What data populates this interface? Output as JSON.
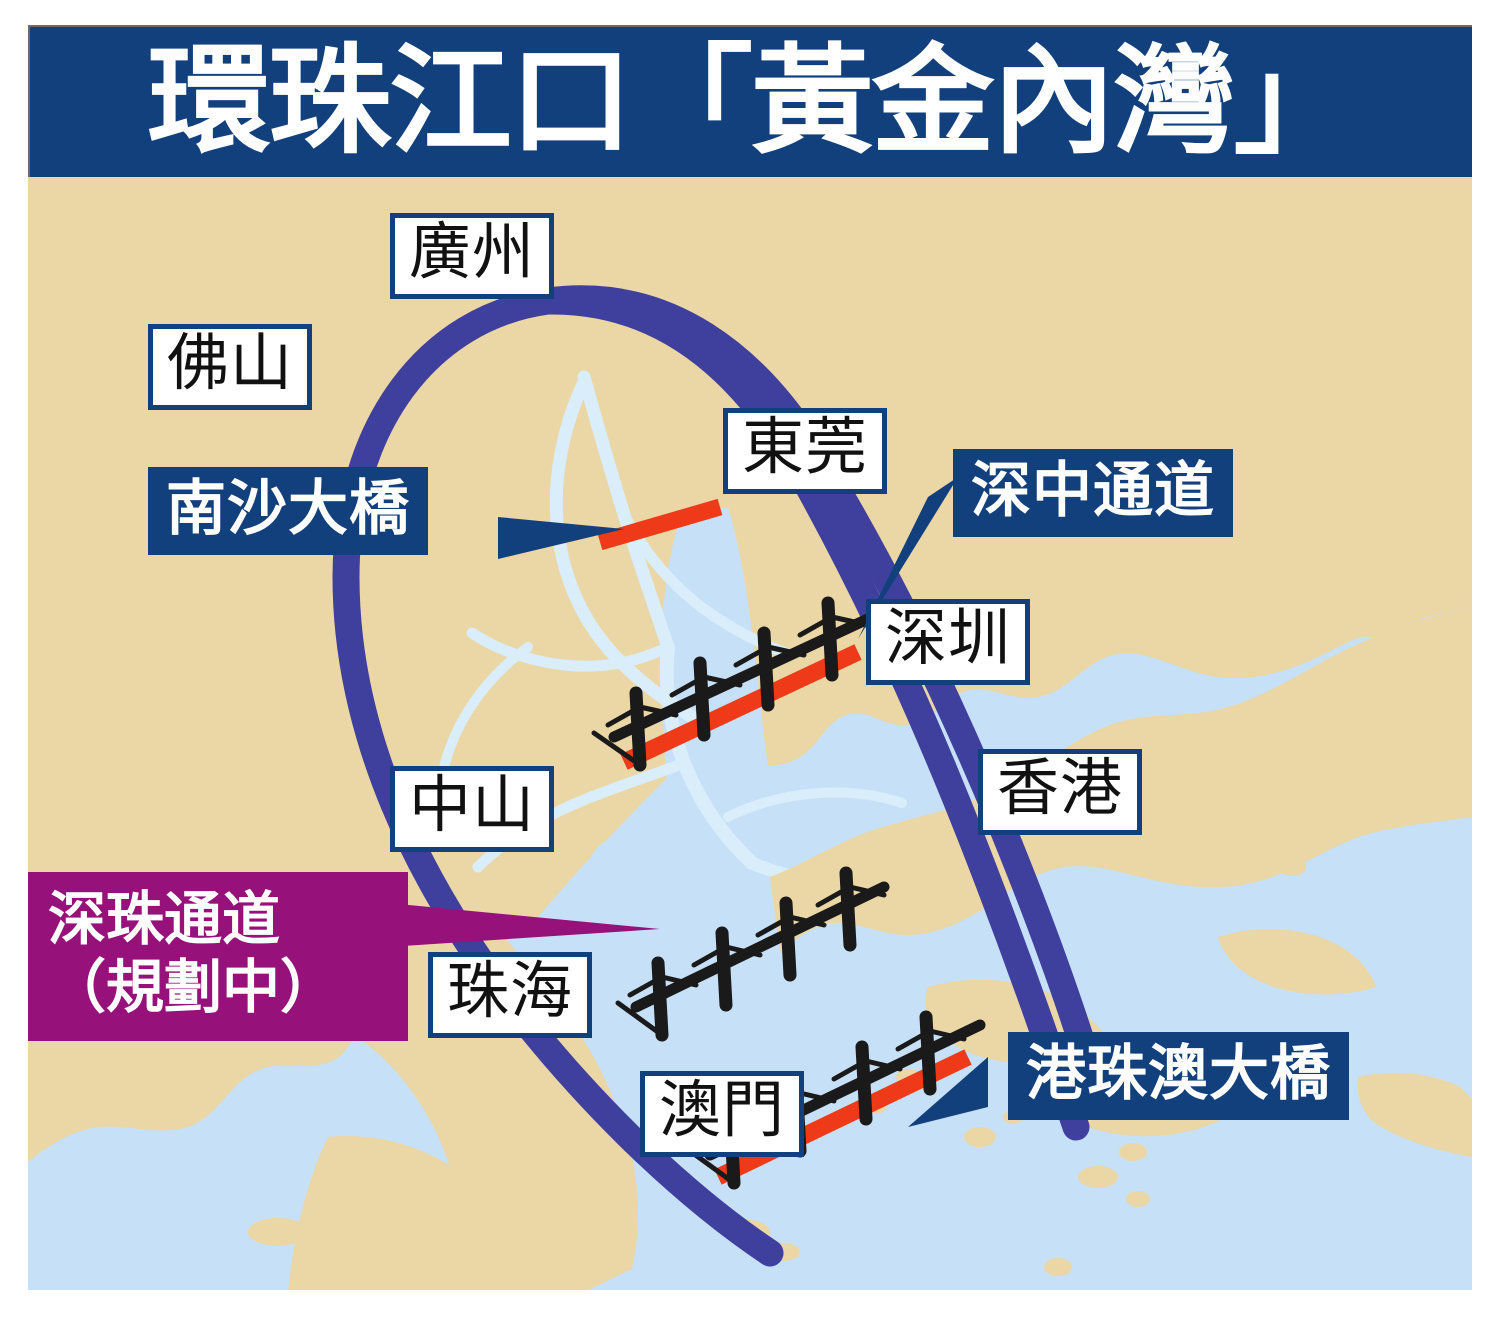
{
  "header": {
    "title": "環珠江口「黃金內灣」",
    "background_color": "#11407c",
    "text_color": "#ffffff"
  },
  "map": {
    "land_color": "#ebd6a5",
    "water_color": "#c6e0f7",
    "river_color": "#d8ecfb",
    "ring_road_color": "#3f3f9e",
    "bridge_road_color": "#ee3a18",
    "bridge_structure_color": "#1a1a1a",
    "planned_link_color": "#97117a",
    "label_box_color": "#11407c"
  },
  "city_labels": [
    {
      "id": "guangzhou",
      "name": "廣州"
    },
    {
      "id": "foshan",
      "name": "佛山"
    },
    {
      "id": "dongguan",
      "name": "東莞"
    },
    {
      "id": "shenzhen",
      "name": "深圳"
    },
    {
      "id": "hongkong",
      "name": "香港"
    },
    {
      "id": "zhongshan",
      "name": "中山"
    },
    {
      "id": "zhuhai",
      "name": "珠海"
    },
    {
      "id": "macau",
      "name": "澳門"
    }
  ],
  "infrastructure_labels": [
    {
      "id": "nansha-bridge",
      "name": "南沙大橋",
      "style": "built",
      "color": "#11407c"
    },
    {
      "id": "shenzhong-link",
      "name": "深中通道",
      "style": "built",
      "color": "#11407c"
    },
    {
      "id": "hzm-bridge",
      "name": "港珠澳大橋",
      "style": "built",
      "color": "#11407c"
    }
  ],
  "planned_label": {
    "id": "shenzhu-link",
    "name_line1": "深珠通道",
    "name_line2": "（規劃中）",
    "color": "#97117a"
  }
}
